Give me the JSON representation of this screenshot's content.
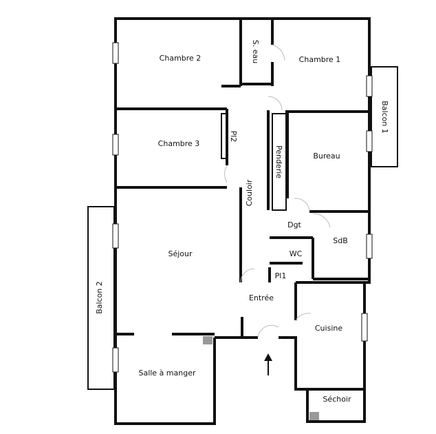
{
  "title": "Floor plan",
  "rooms": {
    "chambre2": "Chambre 2",
    "seau": "S. eau",
    "chambre1": "Chambre 1",
    "balcon1": "Balcon 1",
    "pl2": "Pl2",
    "chambre3": "Chambre 3",
    "penderie": "Penderie",
    "bureau": "Bureau",
    "couloir": "Couloir",
    "dgt": "Dgt",
    "sdb": "SdB",
    "wc": "WC",
    "sejour": "Séjour",
    "pl1": "Pl1",
    "entree": "Entrée",
    "balcon2": "Balcon 2",
    "cuisine": "Cuisine",
    "salle": "Salle à manger",
    "sechoir": "Séchoir"
  }
}
